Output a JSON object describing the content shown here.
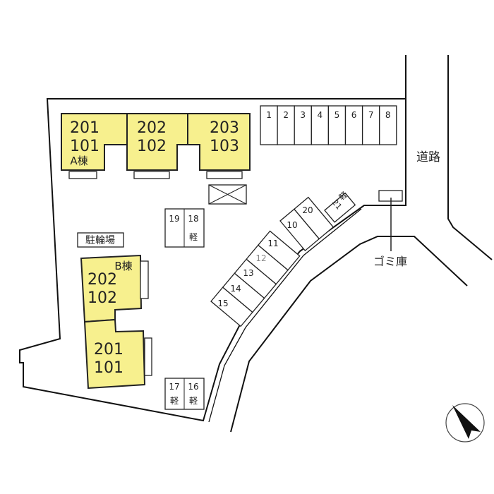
{
  "building_a": {
    "label": "A棟",
    "units": [
      {
        "upper": "201",
        "lower": "101"
      },
      {
        "upper": "202",
        "lower": "102"
      },
      {
        "upper": "203",
        "lower": "103"
      }
    ]
  },
  "building_b": {
    "label": "B棟",
    "units": [
      {
        "upper": "202",
        "lower": "102"
      },
      {
        "upper": "201",
        "lower": "101"
      }
    ]
  },
  "bicycle_parking": "駐輪場",
  "road_label": "道路",
  "garbage_label": "ゴミ庫",
  "kei_label": "軽",
  "parking_top": [
    "1",
    "2",
    "3",
    "4",
    "5",
    "6",
    "7",
    "8"
  ],
  "parking_curve": [
    "15",
    "14",
    "13",
    "12",
    "11"
  ],
  "parking_upper_curve": [
    "10",
    "20"
  ],
  "parking_21": "21",
  "parking_19_18": [
    "19",
    "18"
  ],
  "parking_17_16": [
    "17",
    "16"
  ],
  "colors": {
    "building": "#f7f08e",
    "line": "#111111"
  }
}
